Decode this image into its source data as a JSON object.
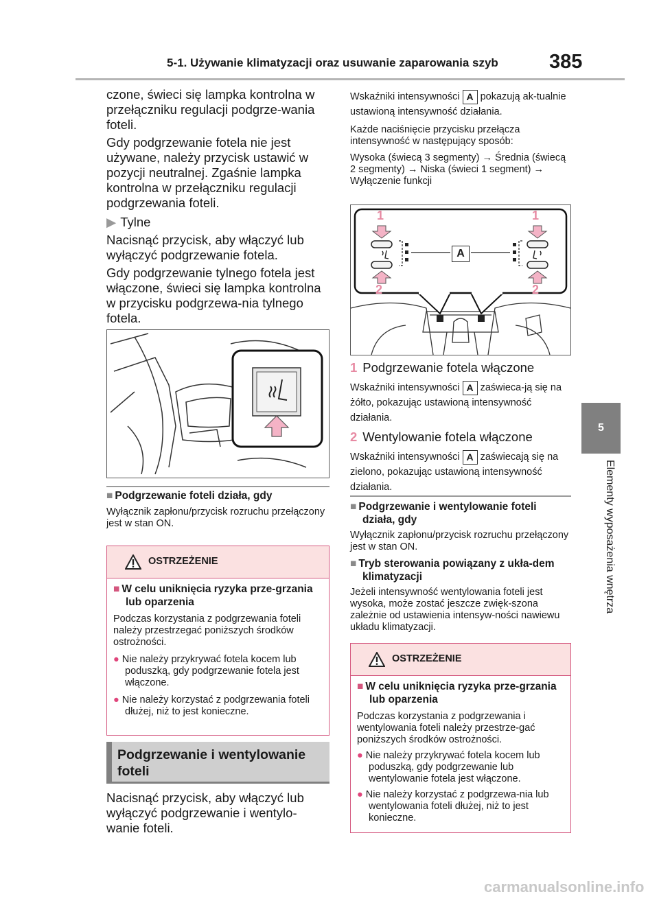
{
  "header": {
    "title": "5-1. Używanie klimatyzacji oraz usuwanie zaparowania szyb",
    "page_number": "385"
  },
  "side_tab": {
    "number": "5",
    "text": "Elementy wyposażenia wnętrza"
  },
  "left": {
    "p1": "czone, świeci się lampka kontrolna w przełączniku regulacji podgrze-wania foteli.",
    "p2": "Gdy podgrzewanie fotela nie jest używane, należy przycisk ustawić w pozycji neutralnej. Zgaśnie lampka kontrolna w przełączniku regulacji podgrzewania foteli.",
    "sub_rear": "Tylne",
    "p3": "Nacisnąć przycisk, aby włączyć lub wyłączyć podgrzewanie fotela.",
    "p4": "Gdy podgrzewanie tylnego fotela jest włączone, świeci się lampka kontrolna w przycisku podgrzewa-nia tylnego fotela.",
    "cond_heading": "Podgrzewanie foteli działa, gdy",
    "cond_text": "Wyłącznik zapłonu/przycisk rozruchu przełączony jest w stan ON.",
    "warning": {
      "title": "OSTRZEŻENIE",
      "heading": "W celu uniknięcia ryzyka prze-grzania lub oparzenia",
      "intro": "Podczas korzystania z podgrzewania foteli należy przestrzegać poniższych środków ostrożności.",
      "b1": "Nie należy przykrywać fotela kocem lub poduszką, gdy podgrzewanie fotela jest włączone.",
      "b2": "Nie należy korzystać z podgrzewania foteli dłużej, niż to jest konieczne."
    },
    "section_title": "Podgrzewanie i wentylowanie foteli",
    "p5": "Nacisnąć przycisk, aby włączyć lub wyłączyć podgrzewanie i wentylo-wanie foteli."
  },
  "right": {
    "intro_a": "Wskaźniki intensywności",
    "intro_b": "pokazują ak-tualnie ustawioną intensywność działania.",
    "p2": "Każde naciśnięcie przycisku przełącza intensywność w następujący sposób:",
    "p3": "Wysoka (świecą 3 segmenty) → Średnia (świecą 2 segmenty) → Niska (świeci 1 segment) → Wyłączenie funkcji",
    "marker_a": "A",
    "callout_1": "1",
    "callout_2": "2",
    "item1_title": "Podgrzewanie fotela włączone",
    "item1_text_a": "Wskaźniki intensywności",
    "item1_text_b": "zaświeca-ją się na żółto, pokazując ustawioną intensywność działania.",
    "item2_title": "Wentylowanie fotela włączone",
    "item2_text_a": "Wskaźniki intensywności",
    "item2_text_b": "zaświecają się na zielono, pokazując ustawioną intensywność działania.",
    "cond1_heading": "Podgrzewanie i wentylowanie foteli działa, gdy",
    "cond1_text": "Wyłącznik zapłonu/przycisk rozruchu przełączony jest w stan ON.",
    "cond2_heading": "Tryb sterowania powiązany z ukła-dem klimatyzacji",
    "cond2_text": "Jeżeli intensywność wentylowania foteli jest wysoka, może zostać jeszcze zwięk-szona zależnie od ustawienia intensyw-ności nawiewu układu klimatyzacji.",
    "warning": {
      "title": "OSTRZEŻENIE",
      "heading": "W celu uniknięcia ryzyka prze-grzania lub oparzenia",
      "intro": "Podczas korzystania z podgrzewania i wentylowania foteli należy przestrze-gać poniższych środków ostrożności.",
      "b1": "Nie należy przykrywać fotela kocem lub poduszką, gdy podgrzewanie lub wentylowanie fotela jest włączone.",
      "b2": "Nie należy korzystać z podgrzewa-nia lub wentylowania foteli dłużej, niż to jest konieczne."
    }
  },
  "footer": {
    "watermark": "carmanualsonline.info"
  }
}
